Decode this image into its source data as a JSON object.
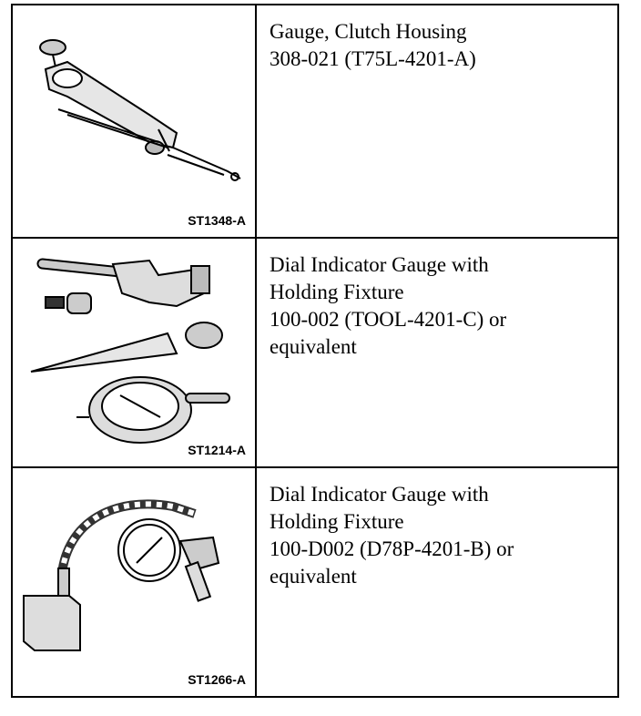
{
  "tools": [
    {
      "image_code": "ST1348-A",
      "description": [
        "Gauge, Clutch Housing",
        "308-021 (T75L-4201-A)"
      ],
      "icon": "clutch-housing-gauge-illustration"
    },
    {
      "image_code": "ST1214-A",
      "description": [
        "Dial Indicator Gauge with",
        "Holding Fixture",
        "100-002 (TOOL-4201-C) or",
        "equivalent"
      ],
      "icon": "dial-indicator-with-fixture-illustration"
    },
    {
      "image_code": "ST1266-A",
      "description": [
        "Dial Indicator Gauge with",
        "Holding Fixture",
        "100-D002 (D78P-4201-B) or",
        "equivalent"
      ],
      "icon": "magnetic-base-dial-indicator-illustration"
    }
  ]
}
